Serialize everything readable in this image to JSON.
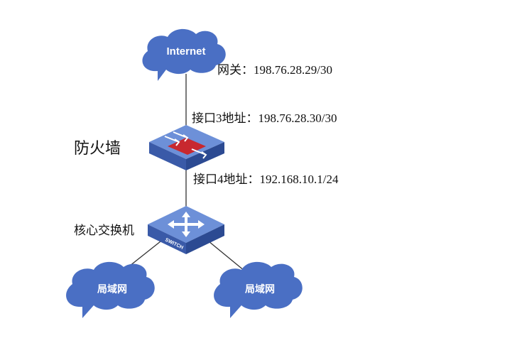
{
  "colors": {
    "cloud": "#4a6fc4",
    "device_top": "#6d90d8",
    "device_side": "#3a5aa8",
    "device_front": "#2c4a92",
    "firewall_band": "#c8282f",
    "line": "#333333"
  },
  "nodes": {
    "internet": {
      "label": "Internet",
      "icon": "cloud-icon"
    },
    "firewall": {
      "label": "防火墙",
      "icon": "firewall-icon"
    },
    "core_switch": {
      "label": "核心交换机",
      "icon": "switch-icon",
      "face_text": "SWITCH"
    },
    "lan_left": {
      "label": "局域网",
      "icon": "cloud-icon"
    },
    "lan_right": {
      "label": "局域网",
      "icon": "cloud-icon"
    }
  },
  "annotations": {
    "gateway": "网关：198.76.28.29/30",
    "port3": "接口3地址：198.76.28.30/30",
    "port4": "接口4地址：192.168.10.1/24"
  }
}
